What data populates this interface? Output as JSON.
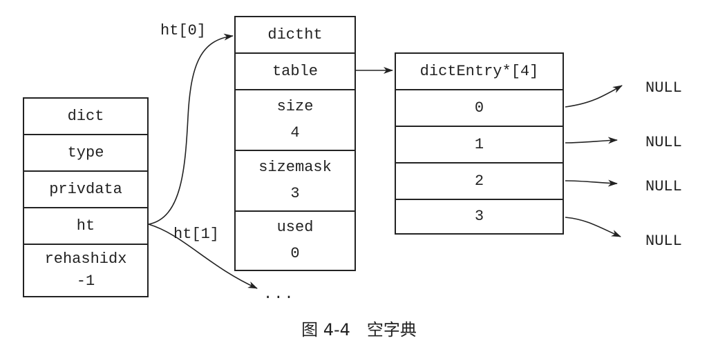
{
  "dict": {
    "fields": [
      "dict",
      "type",
      "privdata",
      "ht"
    ],
    "rehashidx_label": "rehashidx",
    "rehashidx_value": "-1"
  },
  "dictht": {
    "title": "dictht",
    "table": "table",
    "size_label": "size",
    "size_value": "4",
    "sizemask_label": "sizemask",
    "sizemask_value": "3",
    "used_label": "used",
    "used_value": "0"
  },
  "entries": {
    "header": "dictEntry*[4]",
    "indices": [
      "0",
      "1",
      "2",
      "3"
    ]
  },
  "labels": {
    "ht0": "ht[0]",
    "ht1": "ht[1]",
    "ellipsis": "...",
    "null": "NULL"
  },
  "caption": "图 4-4　空字典",
  "colors": {
    "line": "#222222",
    "background": "#ffffff"
  }
}
